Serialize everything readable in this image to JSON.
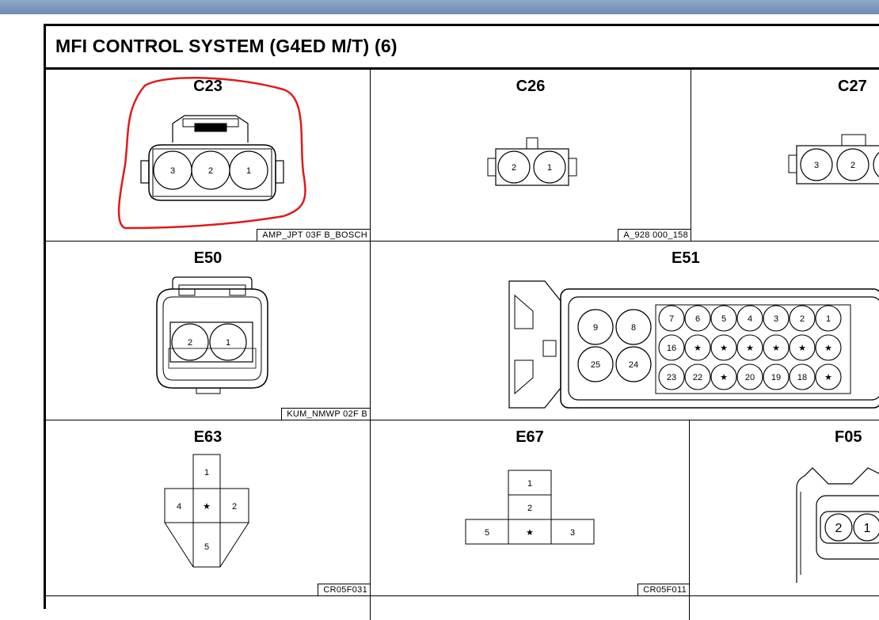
{
  "window": {
    "title": "MFI CONTROL SYSTEM (G4ED M/T) (6)"
  },
  "connectors": {
    "c23": {
      "name": "C23",
      "code": "AMP_JPT 03F B_BOSCH",
      "pins": [
        "3",
        "2",
        "1"
      ]
    },
    "c26": {
      "name": "C26",
      "code": "A_928 000_158",
      "pins": [
        "2",
        "1"
      ]
    },
    "c27": {
      "name": "C27",
      "pins": [
        "3",
        "2"
      ]
    },
    "e50": {
      "name": "E50",
      "code": "KUM_NMWP 02F B",
      "pins": [
        "2",
        "1"
      ]
    },
    "e51": {
      "name": "E51",
      "big_pins": [
        "9",
        "8",
        "25",
        "24"
      ],
      "row1": [
        "7",
        "6",
        "5",
        "4",
        "3",
        "2",
        "1"
      ],
      "row2": [
        "16",
        "★",
        "★",
        "★",
        "★",
        "★",
        "★"
      ],
      "row3": [
        "23",
        "22",
        "★",
        "20",
        "19",
        "18",
        "★"
      ]
    },
    "e63": {
      "name": "E63",
      "code": "CR05F031",
      "pins": [
        "1",
        "4",
        "★",
        "2",
        "5"
      ]
    },
    "e67": {
      "name": "E67",
      "code": "CR05F011",
      "pins": [
        "1",
        "2",
        "5",
        "★",
        "3"
      ]
    },
    "f05": {
      "name": "F05",
      "pins": [
        "2",
        "1"
      ]
    }
  },
  "colors": {
    "highlight": "#e01a1a",
    "title_bar": "#7d98bd"
  }
}
